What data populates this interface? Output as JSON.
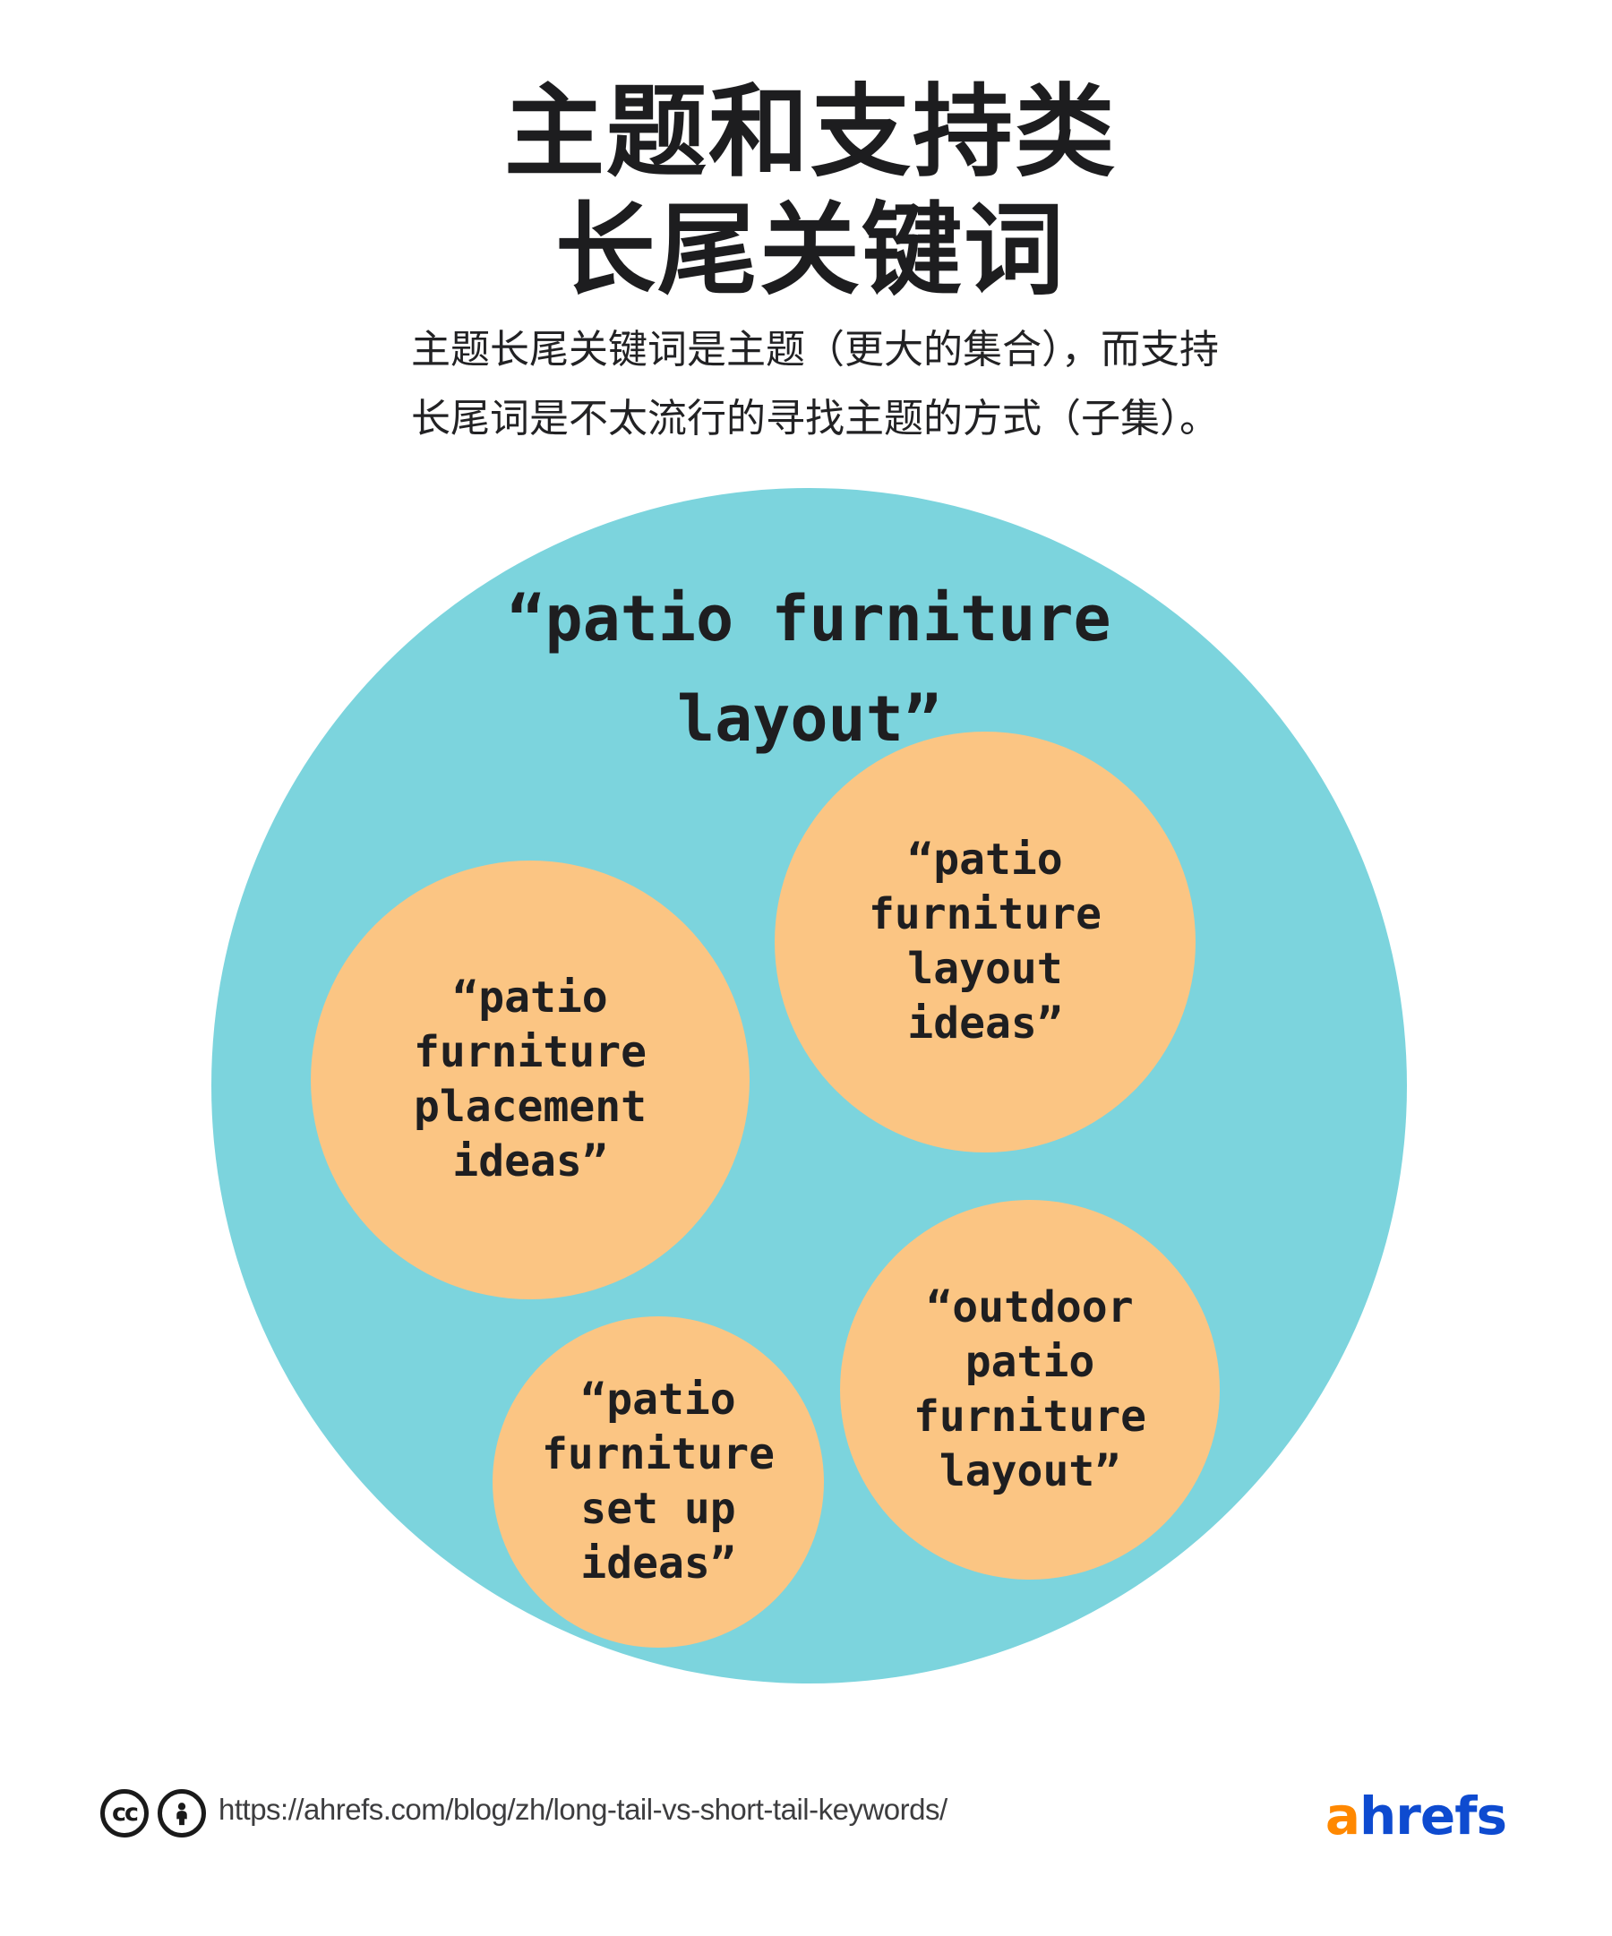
{
  "title": {
    "line1": "主题和支持类",
    "line2": "长尾关键词"
  },
  "subtitle": {
    "line1": "主题长尾关键词是主题（更大的集合），而支持",
    "line2": "长尾词是不太流行的寻找主题的方式（子集）。"
  },
  "diagram": {
    "type": "venn-nested-circles",
    "outer_circle": {
      "label": "“patio furniture\nlayout”",
      "color": "#7cd4dd"
    },
    "inner_circle_color": "#fbc583",
    "text_color": "#1e1e20",
    "inner_circles": [
      {
        "id": "patio-furniture-placement-ideas",
        "label": "“patio\nfurniture\nplacement\nideas”"
      },
      {
        "id": "patio-furniture-layout-ideas",
        "label": "“patio\nfurniture\nlayout\nideas”"
      },
      {
        "id": "patio-furniture-set-up-ideas",
        "label": "“patio\nfurniture\nset up\nideas”"
      },
      {
        "id": "outdoor-patio-furniture-layout",
        "label": "“outdoor\npatio\nfurniture\nlayout”"
      }
    ]
  },
  "footer": {
    "license_icons": [
      "cc-icon",
      "attribution-icon"
    ],
    "cc_glyph": "cc",
    "url": "https://ahrefs.com/blog/zh/long-tail-vs-short-tail-keywords/",
    "logo": {
      "a": "a",
      "hrefs": "hrefs",
      "a_color": "#ff8800",
      "hrefs_color": "#0e4bd0"
    }
  }
}
